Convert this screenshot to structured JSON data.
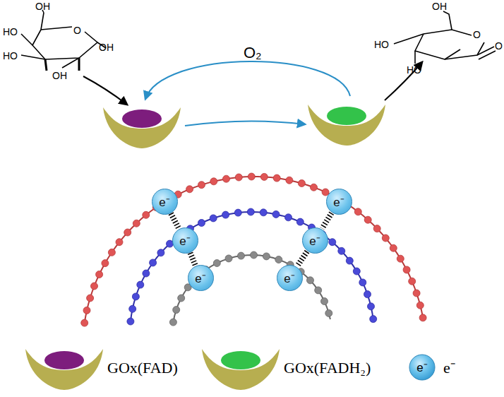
{
  "diagram": {
    "nodes": [
      {
        "text": [
          "e⁻"
        ]
      },
      {
        "text": [
          "e⁻"
        ]
      },
      {
        "text": [
          "e⁻"
        ]
      },
      {
        "text": [
          "e⁻"
        ]
      },
      {
        "text": [
          "e⁻"
        ]
      },
      {
        "text": [
          "e⁻"
        ]
      }
    ],
    "edges": [
      {
        "from": 0,
        "to": 1,
        "arrow": "none"
      },
      {
        "from": 1,
        "to": 2,
        "arrow": "none"
      },
      {
        "from": 3,
        "to": 4,
        "arrow": "none"
      },
      {
        "from": 4,
        "to": 5,
        "arrow": "none"
      }
    ],
    "labels": [
      "O₂",
      "OH",
      "HO",
      "O",
      "OH",
      "HO",
      "OH",
      "OH",
      "HO",
      "HO",
      "O",
      "O",
      "e⁻"
    ],
    "legend": [
      {
        "text": "GOx(FAD)"
      },
      {
        "text": "GOx(FADH₂)"
      },
      {
        "text": "e⁻"
      }
    ]
  }
}
